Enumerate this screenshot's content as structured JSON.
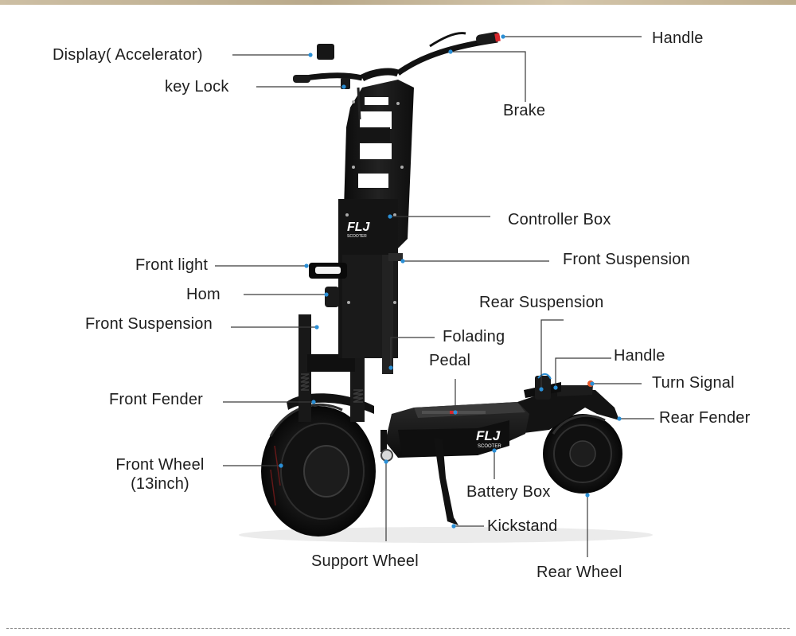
{
  "labels": {
    "display": "Display( Accelerator)",
    "key_lock": "key Lock",
    "handle_top": "Handle",
    "brake": "Brake",
    "controller_box": "Controller Box",
    "front_light": "Front light",
    "front_suspension_right": "Front Suspension",
    "horn": "Hom",
    "rear_suspension": "Rear Suspension",
    "front_suspension_left": "Front Suspension",
    "folding": "Folading",
    "pedal": "Pedal",
    "handle_rear": "Handle",
    "turn_signal": "Turn Signal",
    "front_fender": "Front Fender",
    "rear_fender": "Rear Fender",
    "front_wheel_line1": "Front Wheel",
    "front_wheel_line2": "(13inch)",
    "battery_box": "Battery Box",
    "kickstand": "Kickstand",
    "support_wheel": "Support Wheel",
    "rear_wheel": "Rear Wheel"
  },
  "brand": {
    "logo_text": "FLJ",
    "logo_sub": "SCOOTER"
  },
  "colors": {
    "frame": "#141414",
    "accent_dot": "#2a8fd6",
    "grip_red": "#d8262b"
  }
}
